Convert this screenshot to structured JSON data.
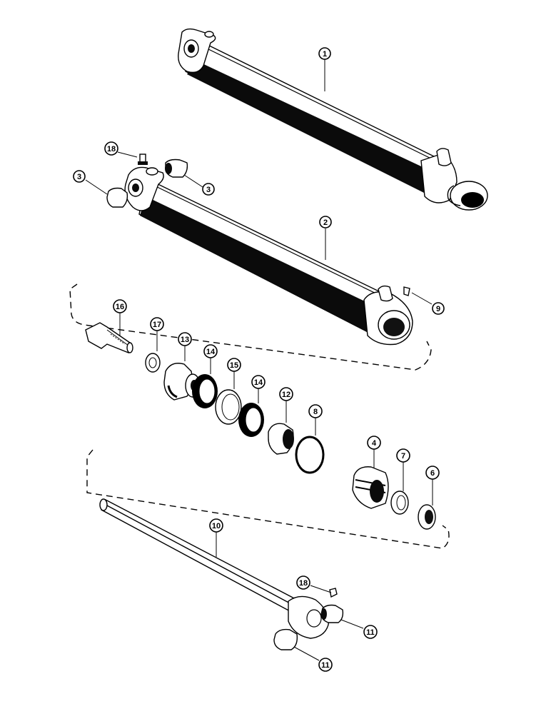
{
  "diagram": {
    "callouts": {
      "c1": "1",
      "c2": "2",
      "c3a": "3",
      "c3b": "3",
      "c4": "4",
      "c6": "6",
      "c7": "7",
      "c8": "8",
      "c9": "9",
      "c10": "10",
      "c11a": "11",
      "c11b": "11",
      "c12": "12",
      "c13": "13",
      "c14a": "14",
      "c14b": "14",
      "c15": "15",
      "c16": "16",
      "c17": "17",
      "c18a": "18",
      "c18b": "18"
    }
  }
}
